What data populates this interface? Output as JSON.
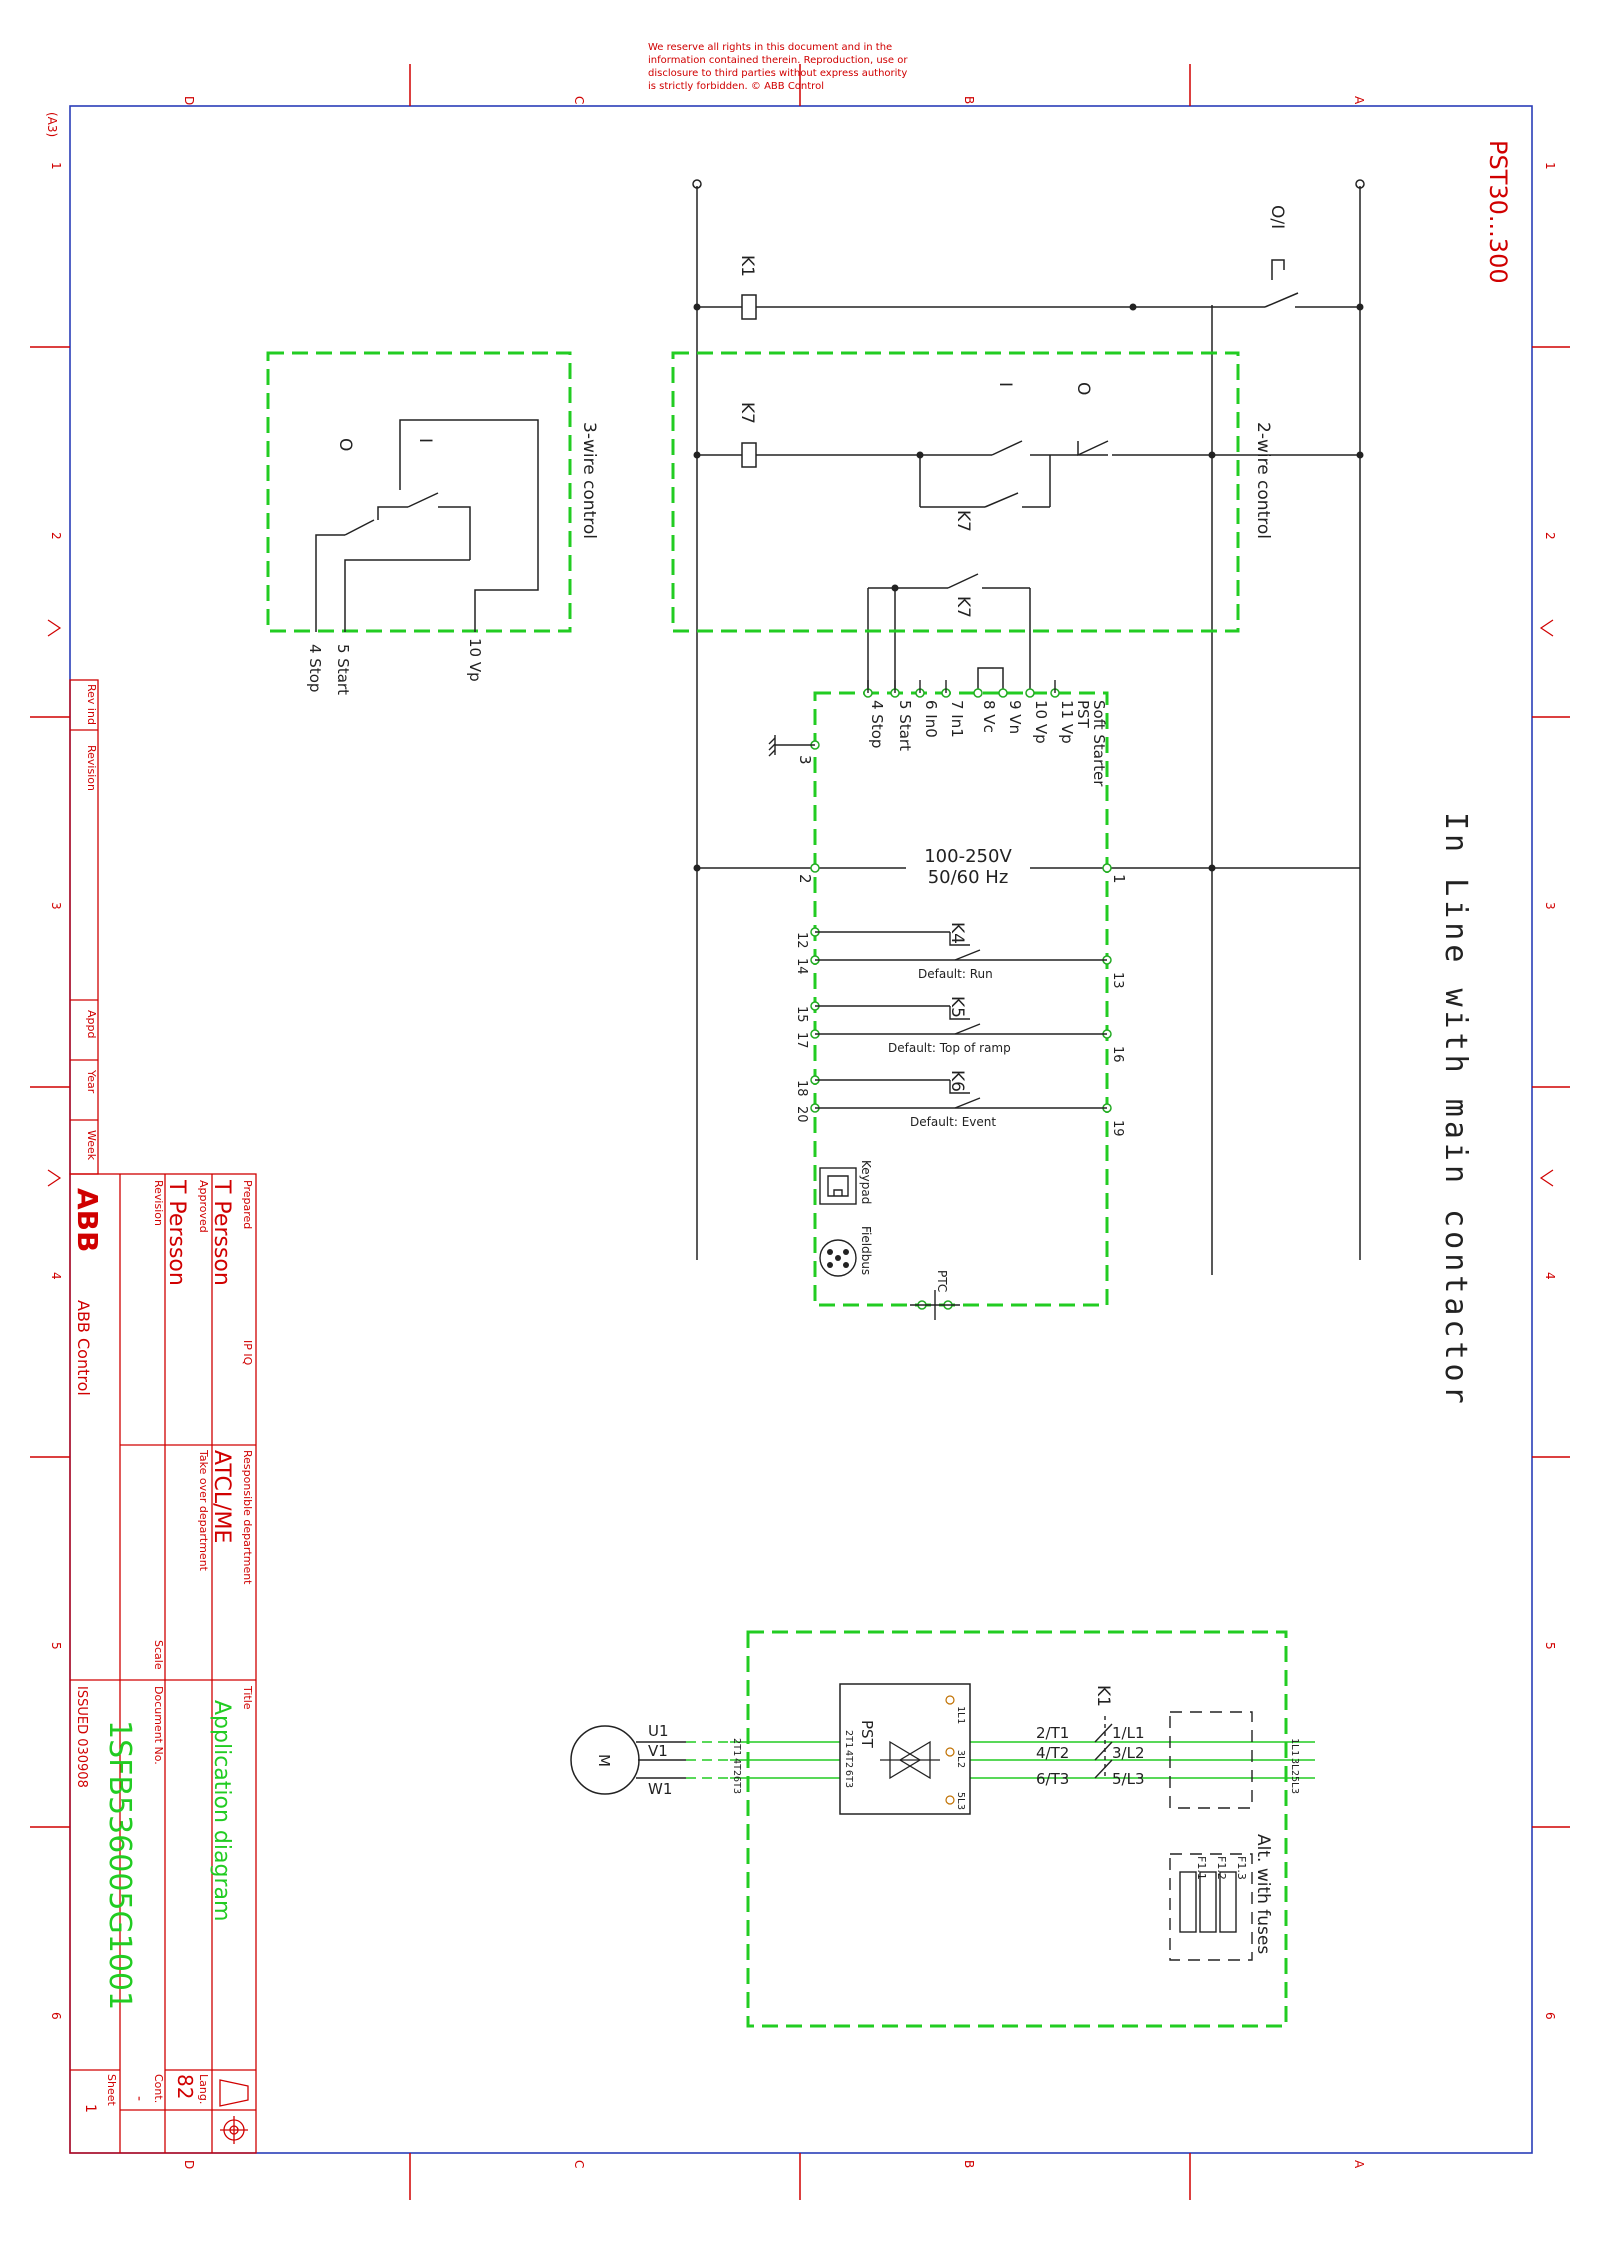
{
  "notice": {
    "line1": "We reserve all rights in this document and in the",
    "line2": "information contained therein. Reproduction, use or",
    "line3": "disclosure to third parties without express authority",
    "line4": "is strictly forbidden. © ABB Control"
  },
  "frame": {
    "top_letters": [
      "D",
      "C",
      "B",
      "A"
    ],
    "bottom_letters": [
      "D",
      "C",
      "B",
      "A"
    ],
    "side_numbers": [
      "1",
      "2",
      "3",
      "4",
      "5",
      "6"
    ],
    "corner_mark": "(A3)"
  },
  "heading": {
    "model": "PST30...300",
    "title": "In Line with main contactor"
  },
  "control": {
    "k1": "K1",
    "k7": "K7",
    "k7_aux": "K7",
    "k7_aux2": "K7",
    "pb_stop": "O",
    "pb_start": "I",
    "pb_stop_3w": "O",
    "pb_start_3w": "I",
    "q_label": "O/I",
    "two_wire_label": "2-wire control",
    "three_wire_label": "3-wire control",
    "three_wire_terms": [
      "10 Vp",
      "5 Start",
      "4 Stop"
    ]
  },
  "soft_starter": {
    "title": "Soft Starter",
    "sub": "PST",
    "terminals": [
      "11 Vp",
      "10 Vp",
      "9 Vn",
      "8 Vc",
      "7 In1",
      "6 In0",
      "5 Start",
      "4 Stop"
    ],
    "ground_terminal": "3",
    "supply": "100-250V",
    "freq": "50/60 Hz",
    "term_l": "2",
    "term_r": "1",
    "relays": [
      {
        "name": "K4",
        "default": "Default: Run",
        "t_left_a": "12",
        "t_left_b": "14",
        "t_right": "13"
      },
      {
        "name": "K5",
        "default": "Default: Top of ramp",
        "t_left_a": "15",
        "t_left_b": "17",
        "t_right": "16"
      },
      {
        "name": "K6",
        "default": "Default: Event",
        "t_left_a": "18",
        "t_left_b": "20",
        "t_right": "19"
      }
    ],
    "keypad": "Keypad",
    "fieldbus": "Fieldbus",
    "ptc": "PTC"
  },
  "main_circuit": {
    "motor": "M",
    "phases": [
      "U1",
      "V1",
      "W1"
    ],
    "pst": "PST",
    "out_terms": [
      "2T1",
      "4T2",
      "6T3"
    ],
    "in_terms": [
      "1L1",
      "3L2",
      "5L3"
    ],
    "k1": "K1",
    "k1_lines": [
      "2/T1",
      "1/L1",
      "4/T2",
      "3/L2",
      "6/T3",
      "5/L3"
    ],
    "fuses": [
      "F1.1",
      "F1.2",
      "F1.3"
    ],
    "alt_fuses": "Alt. with fuses",
    "line_terms": [
      "1L1",
      "3L2",
      "5L3"
    ]
  },
  "title_block": {
    "company": "ABB Control",
    "logo": "ABB",
    "prepared_label": "Prepared",
    "prepared": "T Persson",
    "approved_label": "Approved",
    "approved": "T Persson",
    "revision_label": "Revision",
    "responsible_label": "Responsible department",
    "responsible": "ATCL/ME",
    "takeover_label": "Take over department",
    "scale_label": "Scale",
    "title_label": "Title",
    "title": "Application diagram",
    "docno_label": "Document No.",
    "docno": "1SFB536005G1001",
    "issued": "ISSUED 030908",
    "lang_label": "Lang.",
    "lang": "82",
    "cont_label": "Cont.",
    "cont": "-",
    "sheet_label": "Sheet",
    "sheet": "1",
    "ip_labels": "IP IQ"
  },
  "revision_strip": {
    "rev_ind": "Rev ind",
    "revision": "Revision",
    "appd": "Appd",
    "year": "Year",
    "week": "Week"
  }
}
